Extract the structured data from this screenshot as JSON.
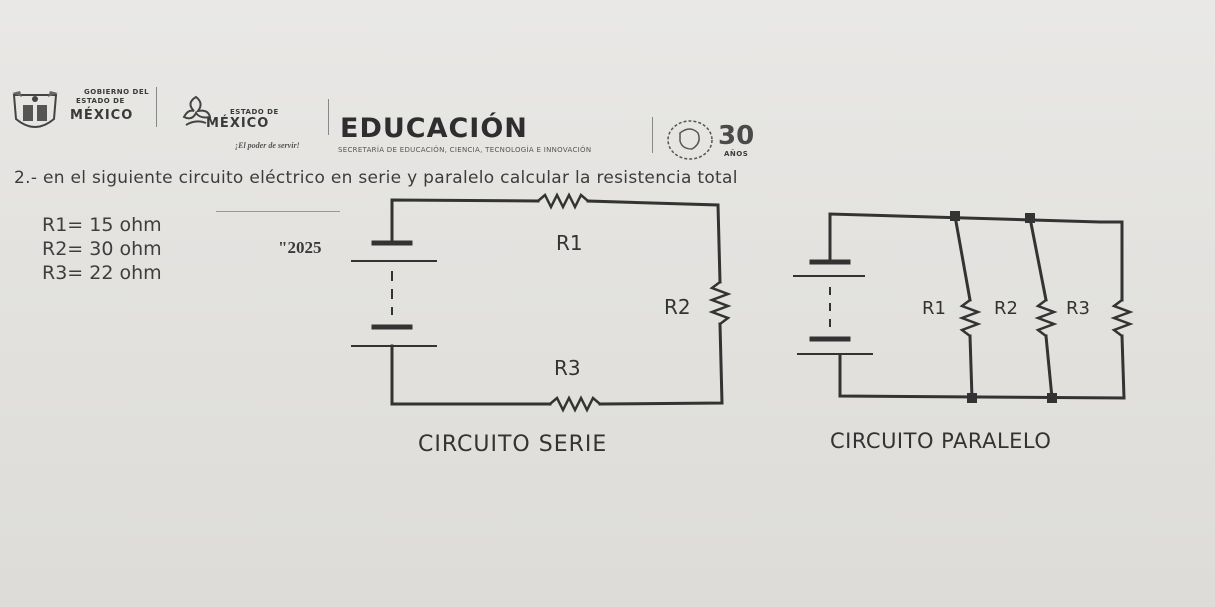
{
  "header": {
    "gov_line1": "GOBIERNO DEL",
    "gov_line2": "ESTADO DE",
    "gov_line3": "MÉXICO",
    "edomex_line1": "ESTADO DE",
    "edomex_line2": "MÉXICO",
    "edomex_tagline": "¡El poder de servir!",
    "education": "EDUCACIÓN",
    "education_sub": "SECRETARÍA DE EDUCACIÓN, CIENCIA, TECNOLOGÍA E INNOVACIÓN",
    "anniversary_number": "30",
    "anniversary_label": "AÑOS"
  },
  "question": {
    "number": "2.-",
    "text": "en el siguiente circuito eléctrico en serie y paralelo calcular la resistencia total"
  },
  "given": [
    "R1= 15 ohm",
    "R2= 30 ohm",
    "R3= 22 ohm"
  ],
  "note": "\"2025",
  "series": {
    "caption": "CIRCUITO SERIE",
    "labels": {
      "r1": "R1",
      "r2": "R2",
      "r3": "R3"
    }
  },
  "parallel": {
    "caption": "CIRCUITO PARALELO",
    "labels": {
      "r1": "R1",
      "r2": "R2",
      "r3": "R3"
    }
  },
  "colors": {
    "ink": "#333333",
    "paper": "#e6e5e2"
  }
}
